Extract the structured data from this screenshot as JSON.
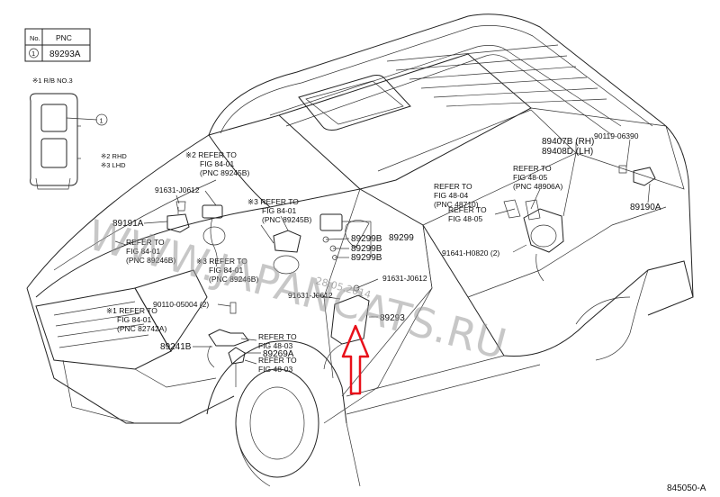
{
  "legend_table": {
    "col_no": "No.",
    "col_pnc": "PNC",
    "row_no": "1",
    "row_pnc": "89293A"
  },
  "rb_note": "※1 R/B NO.3",
  "rb_callout": "1",
  "side_notes": [
    "※2 RHD",
    "※3 LHD"
  ],
  "refer_notes": [
    [
      "※2 REFER TO",
      "FIG 84-01",
      "(PNC 89245B)"
    ],
    [
      "※3 REFER TO",
      "FIG 84-01",
      "(PNC 89245B)"
    ],
    [
      "REFER TO",
      "FIG 84-01",
      "(PNC 89246B)"
    ],
    [
      "※3 REFER TO",
      "FIG 84-01",
      "(PNC 89246B)"
    ],
    [
      "※1 REFER TO",
      "FIG 84-01",
      "(PNC 82742A)"
    ],
    [
      "REFER TO",
      "FIG 48-03"
    ],
    [
      "REFER TO",
      "FIG 48-03"
    ],
    [
      "REFER TO",
      "FIG 48-05",
      "(PNC 48906A)"
    ],
    [
      "REFER TO",
      "FIG 48-04",
      "(PNC 48710)"
    ],
    [
      "REFER TO",
      "FIG 48-05"
    ]
  ],
  "part_numbers": {
    "p91631_left": "91631-J0612",
    "p89191A": "89191A",
    "p90110": "90110-05004 (2)",
    "p89241B": "89241B",
    "p89269A": "89269A",
    "p91631_mid": "91631-J0612",
    "p91631_right": "91631-J0612",
    "p89299B_1": "89299B",
    "p89299B_2": "89299B",
    "p89299B_3": "89299B",
    "p89299": "89299",
    "p89293": "89293",
    "p89407B": "89407B (RH)",
    "p89408D": "89408D (LH)",
    "p90119": "90119-06390",
    "p89190A": "89190A",
    "p91641": "91641-H0820 (2)"
  },
  "watermark": "WWW.JAPANCATS.RU",
  "watermark_date": "28.05.2014",
  "figure_code": "845050-A",
  "colors": {
    "arrow": "#e8101a",
    "line": "#222222",
    "watermark": "#9a9a9a"
  }
}
